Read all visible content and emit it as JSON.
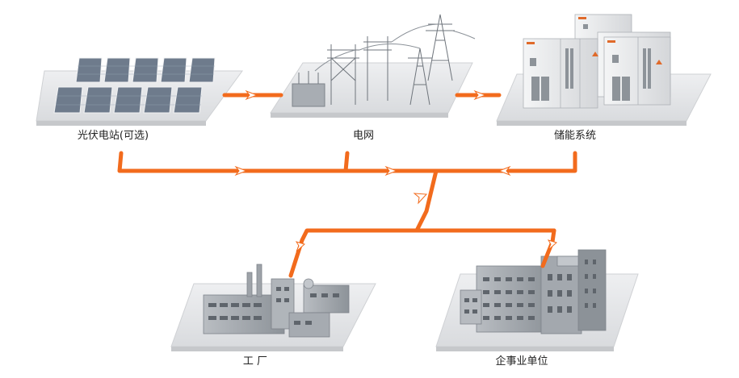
{
  "nodes": {
    "pv": {
      "label": "光伏电站(可选)"
    },
    "grid": {
      "label": "电网"
    },
    "storage": {
      "label": "储能系统"
    },
    "factory": {
      "label": "工 厂"
    },
    "enterprise": {
      "label": "企事业单位"
    }
  },
  "colors": {
    "flow": "#f26b1d",
    "arrow_fill": "#ffffff",
    "platform": "#e6e7e9",
    "platform_shadow": "#c9cbce",
    "building": "#9ea3a9",
    "building_dark": "#7d838a",
    "building_light": "#c3c7cc",
    "panel": "#6f7c8e"
  },
  "icons": [
    "solar-panel-icon",
    "power-grid-icon",
    "battery-cabinet-icon",
    "factory-icon",
    "office-building-icon"
  ]
}
